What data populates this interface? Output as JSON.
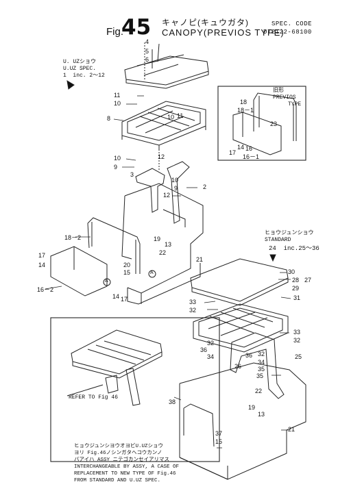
{
  "figure": {
    "prefix": "Fig.",
    "number": "45",
    "title_jp": "キャノピ(キュウガタ)",
    "title_en": "CANOPY(PREVIOS  TYPE)",
    "spec_label": "SPEC. CODE",
    "spec_code": "D72122-68100"
  },
  "notes": {
    "uz_spec_jp": "U. UZショウ",
    "uz_spec_en": "U.UZ SPEC.",
    "uz_range": "1  inc. 2～12",
    "previous_jp": "旧形",
    "previous_en_1": "PREVIOS",
    "previous_en_2": "TYPE",
    "standard_jp": "ヒョウジュンショウ",
    "standard_en": "STANDARD",
    "standard_range": "24  inc.25～36"
  },
  "callouts": [
    {
      "id": "c4",
      "text": "4"
    },
    {
      "id": "c5",
      "text": "5"
    },
    {
      "id": "c6",
      "text": "6"
    },
    {
      "id": "c11a",
      "text": "11"
    },
    {
      "id": "c10a",
      "text": "10"
    },
    {
      "id": "c8",
      "text": "8"
    },
    {
      "id": "c10b",
      "text": "10"
    },
    {
      "id": "c11b",
      "text": "11"
    },
    {
      "id": "c10c",
      "text": "10"
    },
    {
      "id": "c9a",
      "text": "9"
    },
    {
      "id": "c12a",
      "text": "12"
    },
    {
      "id": "c3",
      "text": "3"
    },
    {
      "id": "c10d",
      "text": "10"
    },
    {
      "id": "c9b",
      "text": "9"
    },
    {
      "id": "c2",
      "text": "2"
    },
    {
      "id": "c12b",
      "text": "12"
    },
    {
      "id": "c18_2",
      "text": "18－2"
    },
    {
      "id": "c19a",
      "text": "19"
    },
    {
      "id": "c13a",
      "text": "13"
    },
    {
      "id": "c22a",
      "text": "22"
    },
    {
      "id": "c17a",
      "text": "17"
    },
    {
      "id": "c14a",
      "text": "14"
    },
    {
      "id": "c20",
      "text": "20"
    },
    {
      "id": "c15a",
      "text": "15"
    },
    {
      "id": "c21a",
      "text": "21"
    },
    {
      "id": "c16_2",
      "text": "16－2"
    },
    {
      "id": "c14b",
      "text": "14"
    },
    {
      "id": "c17b",
      "text": "17"
    },
    {
      "id": "cA1",
      "text": "A"
    },
    {
      "id": "cA2",
      "text": "A"
    },
    {
      "id": "c18",
      "text": "18"
    },
    {
      "id": "c18_1",
      "text": "18－1"
    },
    {
      "id": "c23",
      "text": "23"
    },
    {
      "id": "c17c",
      "text": "17"
    },
    {
      "id": "c14c",
      "text": "14"
    },
    {
      "id": "c16",
      "text": "16"
    },
    {
      "id": "c16_1",
      "text": "16－1"
    },
    {
      "id": "c30",
      "text": "30"
    },
    {
      "id": "c28",
      "text": "28"
    },
    {
      "id": "c27",
      "text": "27"
    },
    {
      "id": "c29",
      "text": "29"
    },
    {
      "id": "c33a",
      "text": "33"
    },
    {
      "id": "c32a",
      "text": "32"
    },
    {
      "id": "c31",
      "text": "31"
    },
    {
      "id": "c33b",
      "text": "33"
    },
    {
      "id": "c32b",
      "text": "32"
    },
    {
      "id": "c32c",
      "text": "32"
    },
    {
      "id": "c36a",
      "text": "36"
    },
    {
      "id": "c34a",
      "text": "34"
    },
    {
      "id": "c36b",
      "text": "36"
    },
    {
      "id": "c32d",
      "text": "32"
    },
    {
      "id": "c25",
      "text": "25"
    },
    {
      "id": "c34b",
      "text": "34"
    },
    {
      "id": "c26",
      "text": "26"
    },
    {
      "id": "c35a",
      "text": "35"
    },
    {
      "id": "c35b",
      "text": "35"
    },
    {
      "id": "c22b",
      "text": "22"
    },
    {
      "id": "c19b",
      "text": "19"
    },
    {
      "id": "c13b",
      "text": "13"
    },
    {
      "id": "c38",
      "text": "38"
    },
    {
      "id": "c37",
      "text": "37"
    },
    {
      "id": "c15b",
      "text": "15"
    },
    {
      "id": "c21b",
      "text": "21"
    }
  ],
  "inset": {
    "refer": "REFER TO Fig 46",
    "lines": [
      "ヒョウジュンシヨウオヨビU.UZショウ",
      "ヨリ Fig.46ノシンガタヘコウカンノ",
      "バアイハ ASSY ニテゴカンセイアリマス",
      "INTERCHANGEABLE BY ASSY, A CASE OF",
      "REPLACEMENT TO NEW TYPE OF Fig.46",
      "FROM STANDARD AND U.UZ SPEC."
    ]
  }
}
